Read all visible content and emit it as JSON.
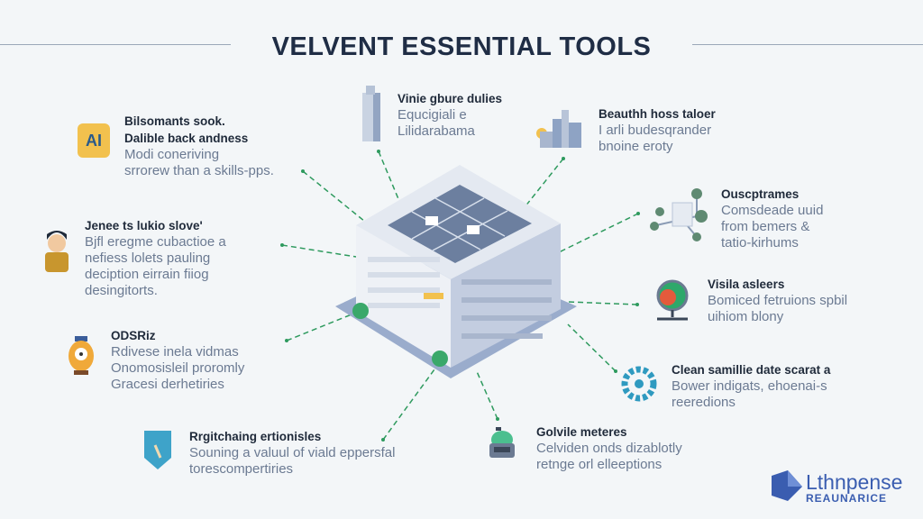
{
  "title": "VELVENT ESSENTIAL TOOLS",
  "items": [
    {
      "title": [
        "Bilsomants sook.",
        "Dalible back andness"
      ],
      "desc": [
        "Modi coneriving",
        "srrorew than a skills-pps."
      ],
      "icon": "ai-badge-icon",
      "color": "#f2c14e"
    },
    {
      "title": [
        "Jenee ts lukio slove'"
      ],
      "desc": [
        "Bjfl eregme cubactioe a",
        "nefiess lolets pauling",
        "deciption eirrain fiiog",
        "desingitorts."
      ],
      "icon": "person-avatar-icon",
      "color": "#2b3242"
    },
    {
      "title": [
        "ODSRiz"
      ],
      "desc": [
        "Rdivese inela vidmas",
        "Onomosisleil proromly",
        "Gracesi derhetiries"
      ],
      "icon": "gauge-icon",
      "color": "#f0a93a"
    },
    {
      "title": [
        "Rrgitchaing ertionisles"
      ],
      "desc": [
        "Souning a valuul of viald eppersfal",
        "torescompertiries"
      ],
      "icon": "shield-icon",
      "color": "#3ea3c9"
    },
    {
      "title": [
        "Vinie gbure dulies"
      ],
      "desc": [
        "Equcigiali e",
        "Lilidarabama"
      ],
      "icon": "tower-icon",
      "color": "#c9d3e2"
    },
    {
      "title": [
        "Beauthh hoss taloer"
      ],
      "desc": [
        "I arli budesqrander",
        "bnoine eroty"
      ],
      "icon": "city-icon",
      "color": "#8ea3c4"
    },
    {
      "title": [
        "Ouscptrames"
      ],
      "desc": [
        "Comsdeade uuid",
        "from bemers &",
        "tatio-kirhums"
      ],
      "icon": "molecule-network-icon",
      "color": "#5f8a72"
    },
    {
      "title": [
        "Visila asleers"
      ],
      "desc": [
        "Bomiced fetruions spbil",
        "uihiom blony"
      ],
      "icon": "globe-stand-icon",
      "color": "#e45a3c"
    },
    {
      "title": [
        "Clean samillie date scarat a"
      ],
      "desc": [
        "Bower indigats, ehoenai-s",
        "reeredions"
      ],
      "icon": "gear-icon",
      "color": "#2f9ac0"
    },
    {
      "title": [
        "Golvile meteres"
      ],
      "desc": [
        "Celviden onds dizablotly",
        "retnge orl elleeptions"
      ],
      "icon": "robot-icon",
      "color": "#4bbf8f"
    }
  ],
  "logo": {
    "name": "Lthnpense",
    "sub": "REAUNARICE"
  }
}
